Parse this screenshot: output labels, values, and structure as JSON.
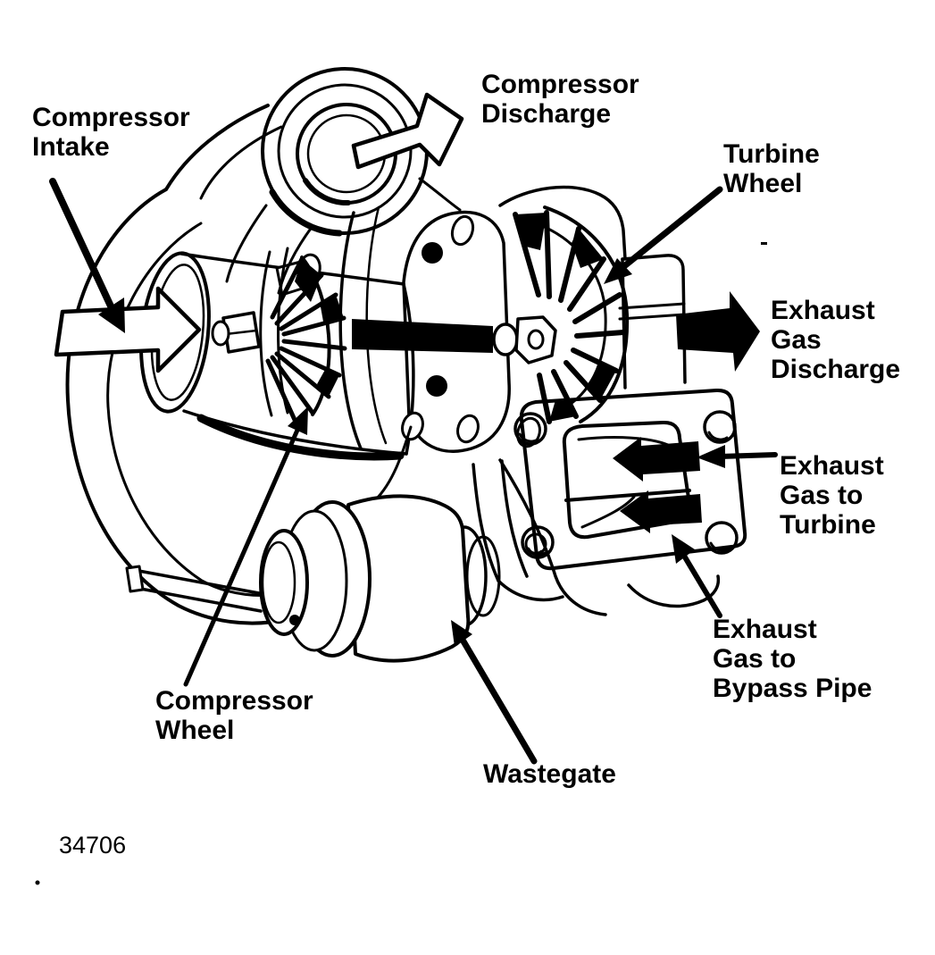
{
  "figure": {
    "number": "34706",
    "subject": "Turbocharger cutaway diagram with gas flow arrows",
    "colors": {
      "ink": "#000000",
      "background": "#ffffff"
    }
  },
  "labels": {
    "compressor_intake": "Compressor\nIntake",
    "compressor_discharge": "Compressor\nDischarge",
    "turbine_wheel": "Turbine\nWheel",
    "exhaust_gas_discharge": "Exhaust\nGas\nDischarge",
    "exhaust_gas_to_turbine": "Exhaust\nGas to\nTurbine",
    "exhaust_gas_to_bypass_pipe": "Exhaust\nGas to\nBypass Pipe",
    "compressor_wheel": "Compressor\nWheel",
    "wastegate": "Wastegate"
  },
  "glyphs": {
    "intake_flow": "white-right-arrow",
    "discharge_flow": "white-up-right-arrow",
    "shaft": "black-right-bar-arrow",
    "exhaust_discharge_flow": "black-right-arrow",
    "exhaust_to_turbine_flow": "black-left-arrow",
    "exhaust_to_bypass_flow": "black-left-arrow",
    "leader_arrows": "black-pointer-arrows"
  }
}
